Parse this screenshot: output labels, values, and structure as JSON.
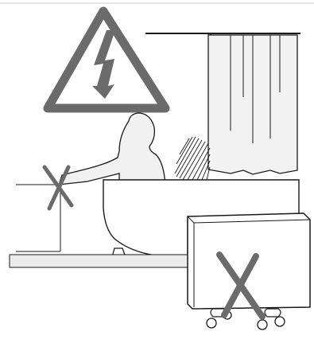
{
  "illustration": {
    "subject": "safety-warning-heater-placement",
    "warning_symbol": "high-voltage-warning-triangle",
    "prohibited_marks": [
      "no-touch-near-bath",
      "no-heater-near-bath"
    ],
    "colors": {
      "warning_gray": "#6b6b6b",
      "figure_fill": "#f1f1f1",
      "curtain_fill": "#f2f2f2",
      "floor_fill": "#ececec",
      "heater_fill": "#ffffff",
      "cross_gray": "#6b6b6b",
      "line": "#1a1a1a"
    }
  }
}
